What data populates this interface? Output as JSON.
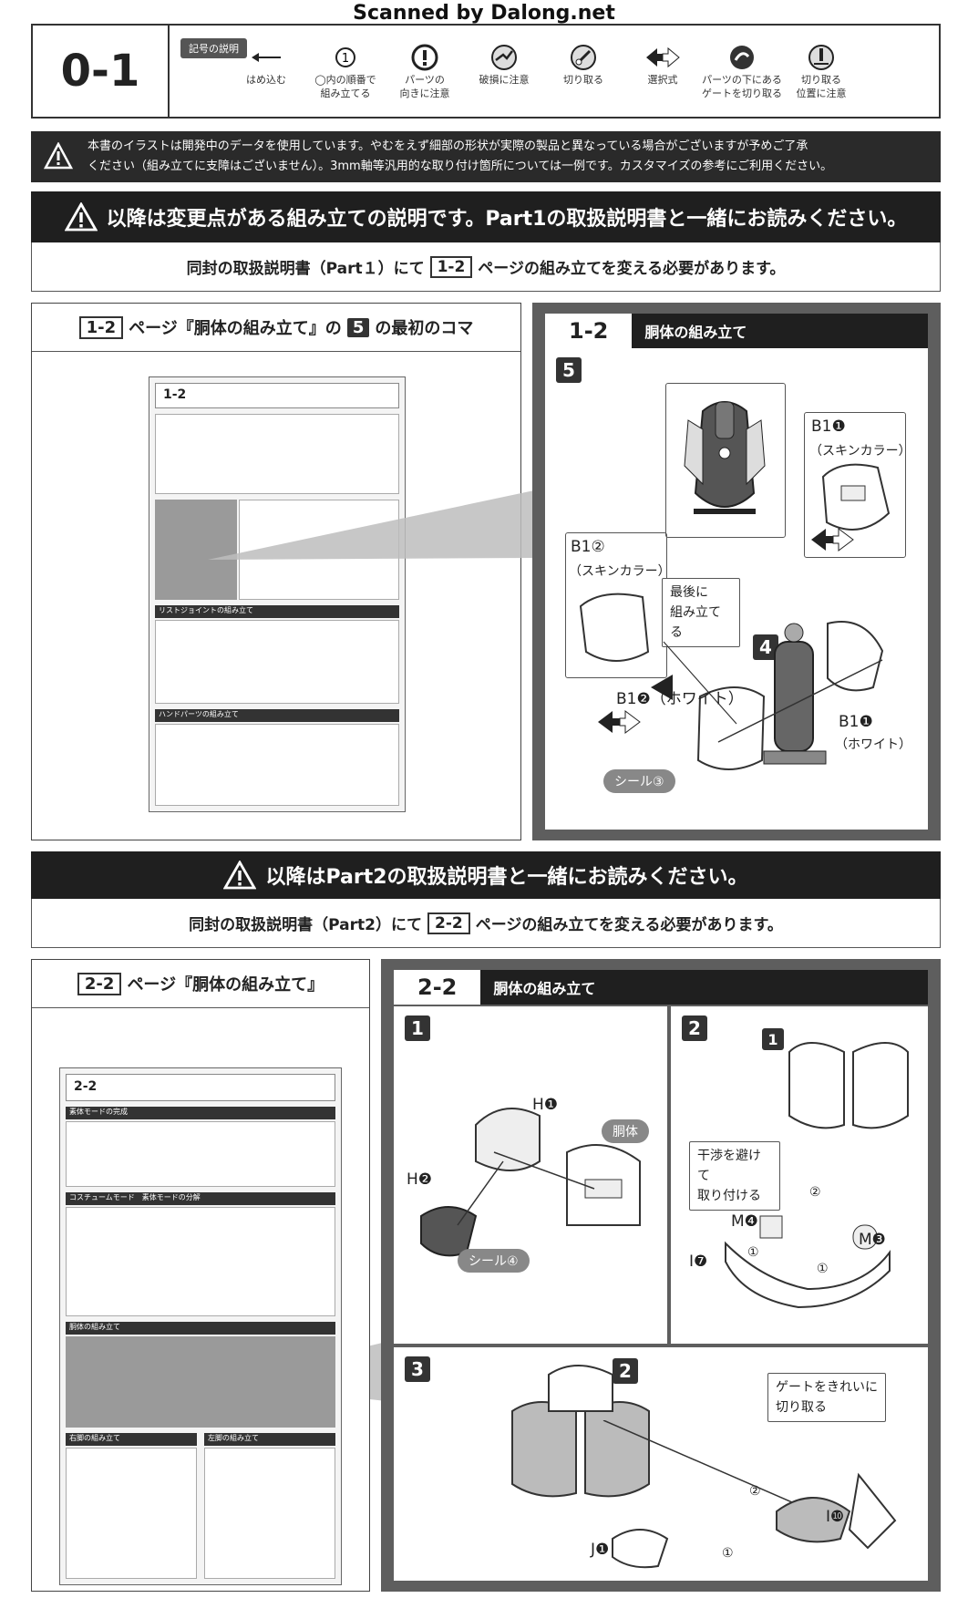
{
  "watermark": "Scanned by Dalong.net",
  "header": {
    "page_number": "0-1",
    "legend_label": "記号の説明",
    "symbols": [
      {
        "icon": "arrow-left-icon",
        "line1": "はめ込む",
        "line2": ""
      },
      {
        "icon": "circled-number-icon",
        "line1": "◯内の順番で",
        "line2": "組み立てる"
      },
      {
        "icon": "exclamation-circle-icon",
        "line1": "パーツの",
        "line2": "向きに注意"
      },
      {
        "icon": "broken-part-icon",
        "line1": "破損に注意",
        "line2": ""
      },
      {
        "icon": "cut-icon",
        "line1": "切り取る",
        "line2": ""
      },
      {
        "icon": "double-arrow-icon",
        "line1": "選択式",
        "line2": ""
      },
      {
        "icon": "gate-cut-icon",
        "line1": "パーツの下にある",
        "line2": "ゲートを切り取る"
      },
      {
        "icon": "cut-position-icon",
        "line1": "切り取る",
        "line2": "位置に注意"
      }
    ]
  },
  "notice": {
    "line1": "本書のイラストは開発中のデータを使用しています。やむをえず細部の形状が実際の製品と異なっている場合がございますが予めご了承",
    "line2": "ください（組み立てに支障はございません）。3mm軸等汎用的な取り付け箇所については一例です。カスタマイズの参考にご利用ください。"
  },
  "section1": {
    "banner": "以降は変更点がある組み立ての説明です。Part1の取扱説明書と一緒にお読みください。",
    "sub_pre": "同封の取扱説明書（Part１）にて",
    "sub_page": "1-2",
    "sub_post": "ページの組み立てを変える必要があります。",
    "left_title_page": "1-2",
    "left_title_mid": "ページ『胴体の組み立て』の",
    "left_title_step": "5",
    "left_title_post": "の最初のコマ",
    "thumb_page": "1-2",
    "thumb_sections": [
      "リストジョイントの組み立て",
      "ハンドパーツの組み立て"
    ],
    "right_page": "1-2",
    "right_title": "胴体の組み立て",
    "step": "5",
    "labels": {
      "b1_2_skin_part": "B1",
      "b1_2_skin_num": "②",
      "b1_2_skin_color": "（スキンカラー）",
      "b1_1_skin_part": "B1",
      "b1_1_skin_num": "❶",
      "b1_1_skin_color": "（スキンカラー）",
      "last_note_1": "最後に",
      "last_note_2": "組み立てる",
      "step4": "4",
      "b1_2_white": "B1❷（ホワイト）",
      "b1_1_white_a": "B1❶",
      "b1_1_white_b": "（ホワイト）",
      "seal": "シール③"
    }
  },
  "section2": {
    "banner": "以降はPart2の取扱説明書と一緒にお読みください。",
    "sub_pre": "同封の取扱説明書（Part2）にて",
    "sub_page": "2-2",
    "sub_post": "ページの組み立てを変える必要があります。",
    "left_title_page": "2-2",
    "left_title_post": "ページ『胴体の組み立て』",
    "thumb_page": "2-2",
    "thumb_sections": [
      "素体モードの完成",
      "コスチュームモード　素体モードの分解",
      "胴体の組み立て",
      "右脚の組み立て",
      "左脚の組み立て"
    ],
    "right_page": "2-2",
    "right_title": "胴体の組み立て",
    "steps": {
      "s1": "1",
      "s2": "2",
      "s3": "3",
      "h1": "H❶",
      "h2": "H❷",
      "body": "胴体",
      "seal4": "シール④",
      "ref1": "1",
      "avoid_1": "干渉を避けて",
      "avoid_2": "取り付ける",
      "m4": "M❹",
      "m3": "M❸",
      "i7": "I❼",
      "c1": "①",
      "c2": "②",
      "ref2": "2",
      "gate_1": "ゲートをきれいに",
      "gate_2": "切り取る",
      "i10": "I❿",
      "j1": "J❶"
    }
  }
}
